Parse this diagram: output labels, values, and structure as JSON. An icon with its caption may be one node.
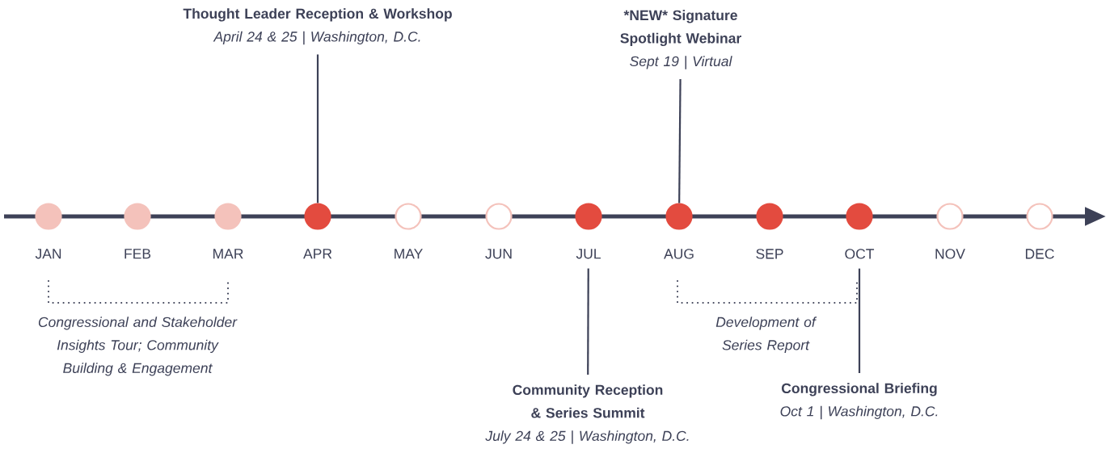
{
  "diagram": {
    "nodes": [
      {
        "text": [
          "Thought Leader Reception & Workshop",
          "April 24 & 25 | Washington, D.C."
        ]
      },
      {
        "text": [
          "*NEW* Signature Spotlight Webinar",
          "Sept 19 | Virtual"
        ]
      },
      {
        "text": [],
        "shape": "circle",
        "beside": [
          "JAN"
        ]
      },
      {
        "text": [],
        "shape": "circle",
        "beside": [
          "FEB"
        ]
      },
      {
        "text": [],
        "shape": "circle",
        "beside": [
          "MAR"
        ]
      },
      {
        "text": [],
        "shape": "circle",
        "beside": [
          "APR"
        ]
      },
      {
        "text": [],
        "shape": "circle",
        "beside": [
          "MAY"
        ]
      },
      {
        "text": [],
        "shape": "circle",
        "beside": [
          "JUN"
        ]
      },
      {
        "text": [],
        "shape": "circle",
        "beside": [
          "JUL"
        ]
      },
      {
        "text": [],
        "shape": "circle",
        "beside": [
          "AUG"
        ]
      },
      {
        "text": [],
        "shape": "circle",
        "beside": [
          "SEP"
        ]
      },
      {
        "text": [],
        "shape": "circle",
        "beside": [
          "OCT"
        ]
      },
      {
        "text": [],
        "shape": "circle",
        "beside": [
          "NOV"
        ]
      },
      {
        "text": [],
        "shape": "circle",
        "beside": [
          "DEC"
        ]
      },
      {
        "text": [
          "Community Reception & Series Summit",
          "July 24 & 25 | Washington, D.C."
        ]
      },
      {
        "text": [
          "Congressional Briefing",
          "Oct 1 | Washington, D.C."
        ]
      }
    ],
    "edges": [
      {
        "from": 0,
        "to": 5,
        "arrow": "none"
      },
      {
        "from": 1,
        "to": 9,
        "arrow": "none"
      },
      {
        "from": 14,
        "to": 8,
        "arrow": "none"
      },
      {
        "from": 15,
        "to": 11,
        "arrow": "none"
      }
    ],
    "labels": [
      "Congressional and Stakeholder Insights Tour; Community Building & Engagement",
      "Development of Series Report"
    ]
  }
}
